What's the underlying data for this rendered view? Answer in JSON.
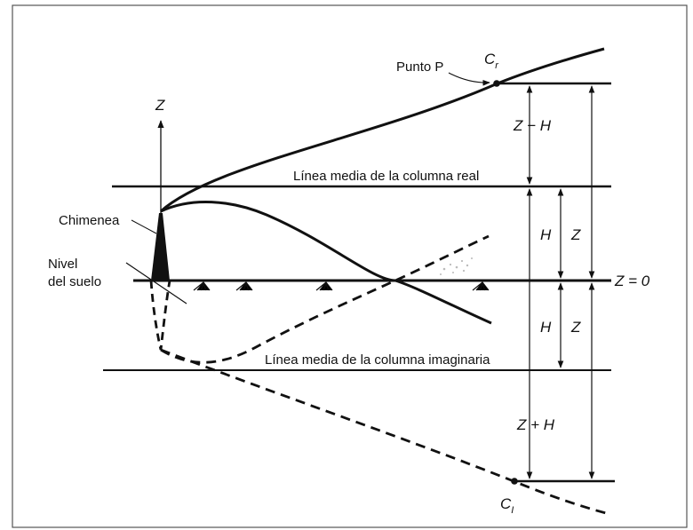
{
  "labels": {
    "punto_p": "Punto P",
    "c_r": "C",
    "c_r_sub": "r",
    "c_i": "C",
    "c_i_sub": "I",
    "z_axis": "Z",
    "linea_real": "Línea media de la columna real",
    "linea_imaginaria": "Línea media de la columna imaginaria",
    "chimenea": "Chimenea",
    "nivel": "Nivel",
    "del_suelo": "del suelo",
    "z_minus_h": "Z − H",
    "h_upper": "H",
    "z_upper": "Z",
    "z_eq_0": "Z = 0",
    "h_lower": "H",
    "z_lower": "Z",
    "z_plus_h": "Z + H"
  },
  "colors": {
    "ink": "#111111",
    "frame": "#555555",
    "background": "#ffffff"
  }
}
